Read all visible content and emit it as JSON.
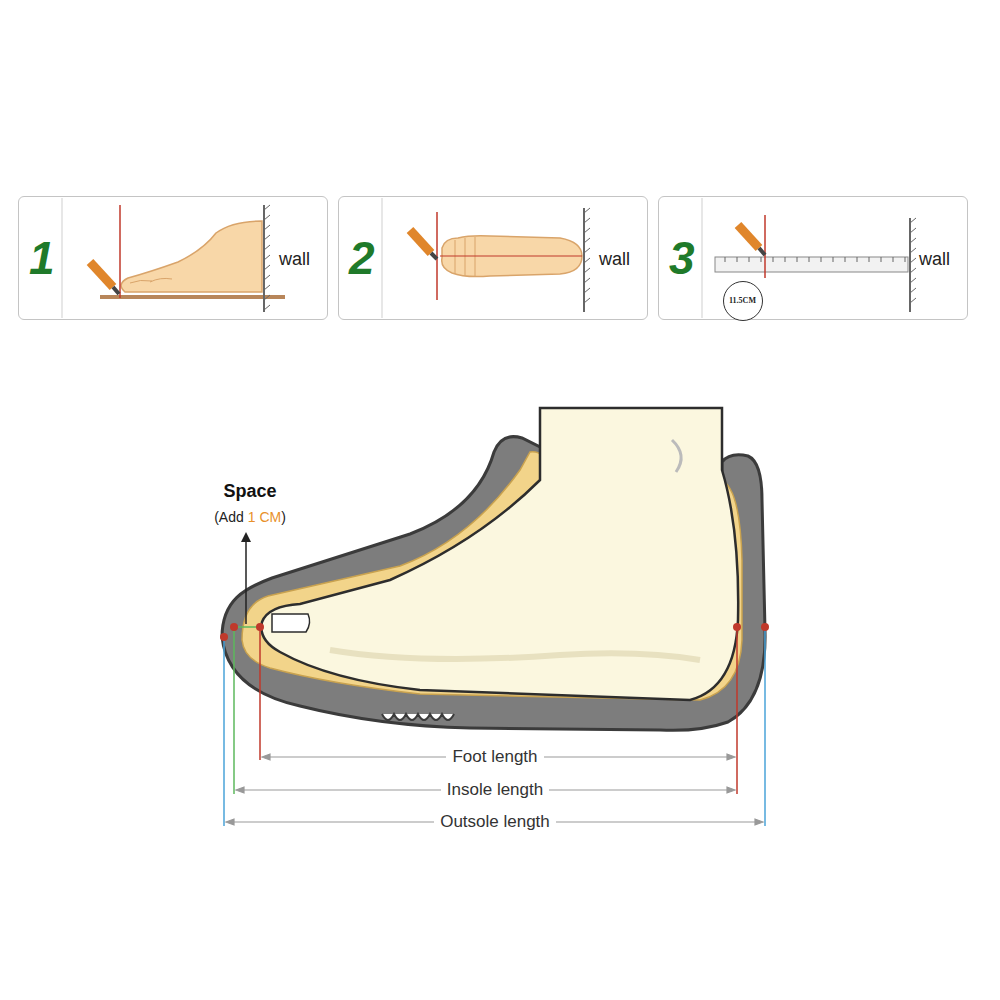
{
  "diagram": {
    "nodes": [
      {
        "text": [
          "1",
          "wall"
        ]
      },
      {
        "text": [
          "2",
          "wall"
        ]
      },
      {
        "text": [
          "3",
          "wall"
        ]
      },
      {
        "text": [
          "11.5CM"
        ],
        "in": 2
      }
    ],
    "labels": [
      "Space",
      "(Add",
      "1 CM",
      ")",
      "Foot length",
      "Insole length",
      "Outsole length"
    ]
  }
}
